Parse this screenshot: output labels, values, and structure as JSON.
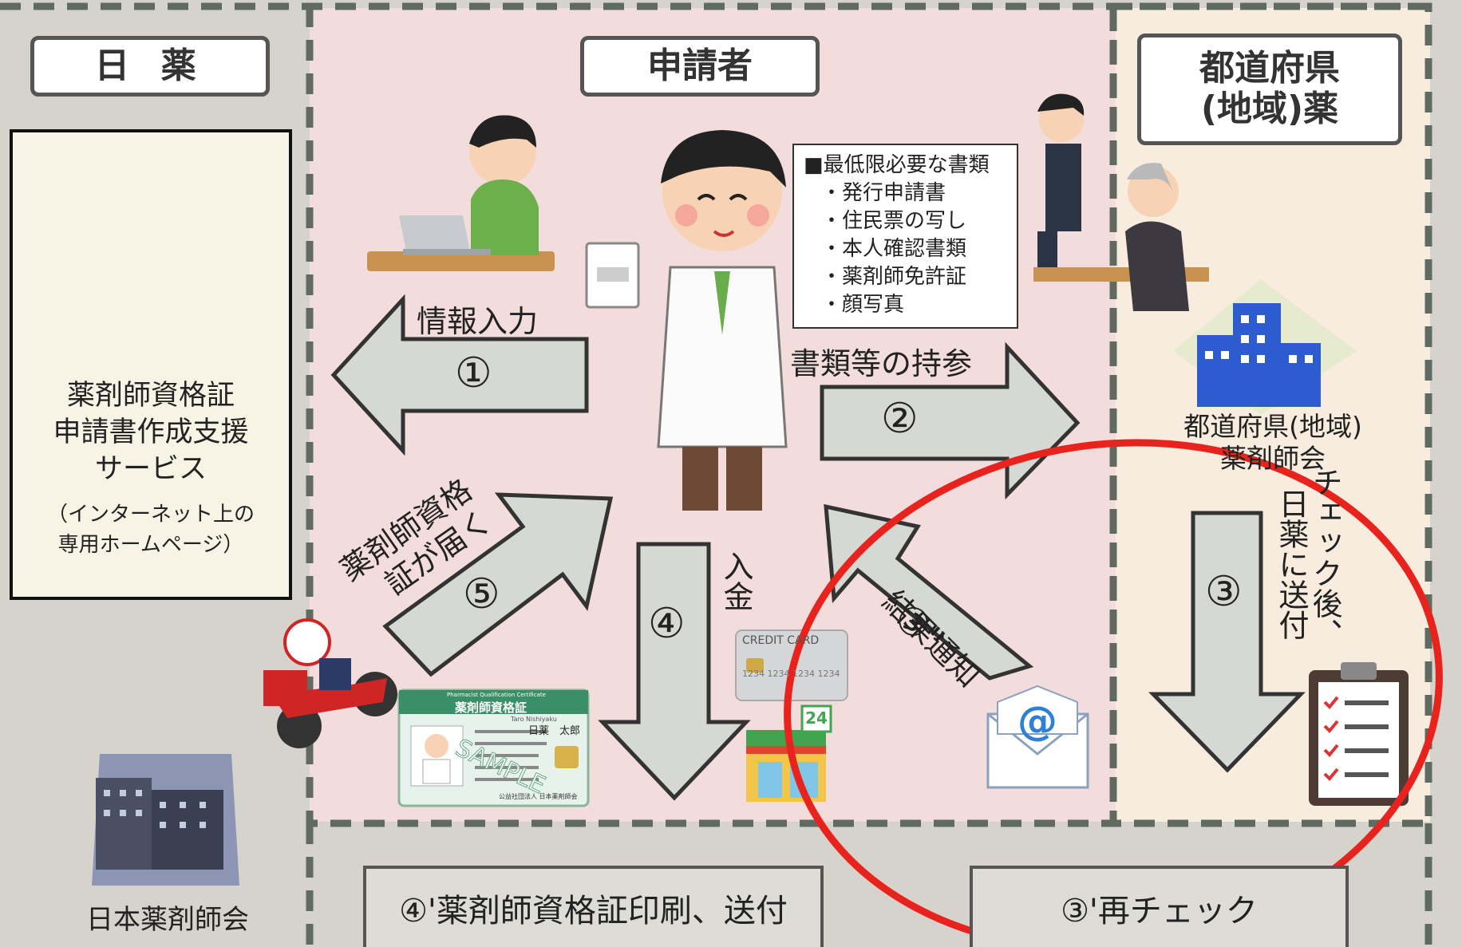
{
  "columns": {
    "nichiyaku": {
      "header": "日 薬"
    },
    "applicant": {
      "header": "申請者"
    },
    "prefecture": {
      "header_line1": "都道府県",
      "header_line2": "(地域)薬"
    }
  },
  "service_box": {
    "line1": "薬剤師資格証",
    "line2": "申請書作成支援",
    "line3": "サービス",
    "note1": "（インターネット上の",
    "note2": "専用ホームページ）"
  },
  "documents": {
    "title": "■最低限必要な書類",
    "items": [
      "・発行申請書",
      "・住民票の写し",
      "・本人確認書類",
      "・薬剤師免許証",
      "・顔写真"
    ]
  },
  "steps": {
    "step1": {
      "label": "情報入力",
      "number": "①"
    },
    "step2": {
      "label": "書類等の持参",
      "number": "②"
    },
    "step3": {
      "label_col1": "チェック後、",
      "label_col2": "日薬に送付",
      "number": "③"
    },
    "step3pp": {
      "label": "結果通知",
      "number": "③\""
    },
    "step4": {
      "label": "入金",
      "number": "④"
    },
    "step5": {
      "label_line1": "薬剤師資格",
      "label_line2": "証が届く",
      "number": "⑤"
    }
  },
  "prefecture_assoc": {
    "line1": "都道府県(地域)",
    "line2": "薬剤師会"
  },
  "jpa": {
    "label": "日本薬剤師会"
  },
  "bottom_buttons": {
    "print_send": "④'薬剤師資格証印刷、送付",
    "recheck": "③'再チェック"
  },
  "credit_card": {
    "label": "CREDIT CARD",
    "numbers": "1234 1234 1234 1234"
  },
  "store_sign": {
    "text": "24"
  },
  "email_icon": {
    "symbol": "@"
  },
  "certificate": {
    "title": "薬剤師資格証",
    "subtitle": "Pharmacist Qualification Certificate",
    "name": "日薬　太郎",
    "name_romaji": "Taro Nishiyaku",
    "stamp": "SAMPLE",
    "issuer": "公益社団法人 日本薬剤師会"
  },
  "colors": {
    "applicant_zone": "#f3dcdc",
    "prefecture_zone": "#f7ecdd",
    "outer_bg": "#d6d3cc",
    "arrow_fill": "#d6d8d3",
    "arrow_stroke": "#333333",
    "highlight_circle": "#e8231d",
    "dashed_border": "#5f6b60"
  }
}
